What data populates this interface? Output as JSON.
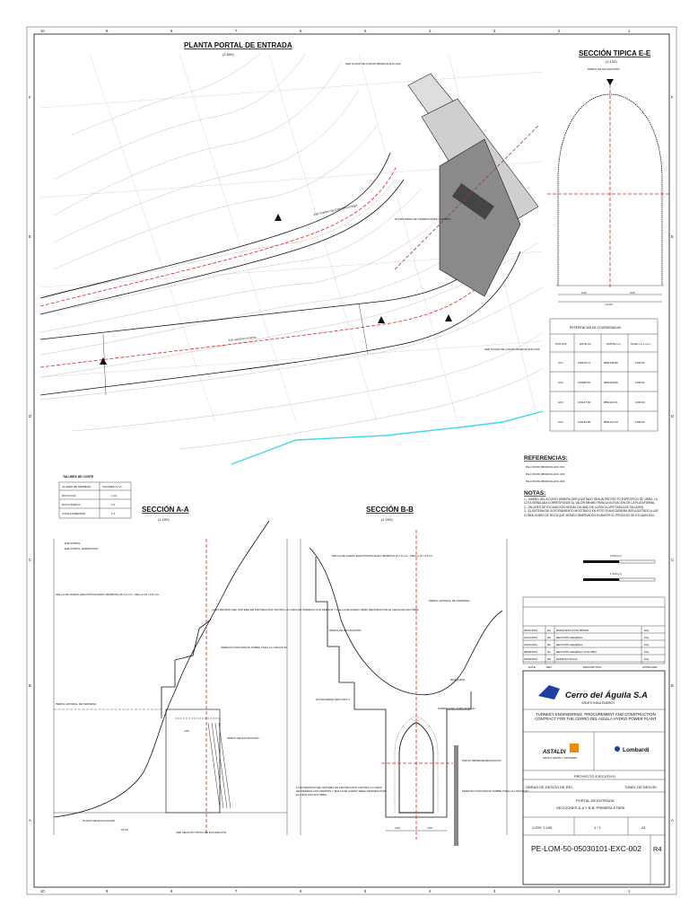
{
  "plan": {
    "title": "PLANTA PORTAL DE ENTRADA",
    "scale": "(1:500)",
    "labels": [
      "EJE CAMINO DE EXPLORACIONES",
      "EJE ACCESO PORTAL",
      "PLATAFORMA DE OPERACIONES Y ACOPIO",
      "VER PLANO PE-LOM-50-05030101-EXC-002",
      "VER PLANO PE-LOM-50-05030101-EXC-003"
    ]
  },
  "section_ee": {
    "title": "SECCIÓN TIPICA E-E",
    "scale": "(1:100)",
    "top_label": "PERFIL DE EXCAVACIÓN",
    "dims": [
      "6,00",
      "6,00",
      "12,00"
    ]
  },
  "coordinates": {
    "title": "REFERENCIAS DE COORDENADAS",
    "headers": [
      "PUNTOS",
      "ESTE (m)",
      "NORTE (m)",
      "NIVEL (m.s.n.m.)"
    ],
    "rows": [
      [
        "AC1",
        "109078,74",
        "8891108,88",
        "1495,52"
      ],
      [
        "AC2",
        "109085,81",
        "8891069,80",
        "1495,52"
      ],
      [
        "AC3",
        "109127,66",
        "8891102,61",
        "1495,52"
      ],
      [
        "AC4",
        "109129,88",
        "8891127,84",
        "1495,52"
      ]
    ]
  },
  "references": {
    "title": "REFERENCIAS:",
    "items": [
      "PE-LOM-50-05030101-EXC-001",
      "PE-LOM-50-05030101-EXC-003",
      "PE-LOM-50-05030101-EXC-004"
    ]
  },
  "notes": {
    "title": "NOTAS:",
    "items": [
      "1.- DISEÑO DEL ACCESO DEBERÁ SER AJUSTADO SEGÚN PROYECTO ESPECÍFICO DE OBRA. LA COTA SEÑALADA CORRESPONDE AL VALOR MÍNIMO PARA LA ELEVACIÓN DE LA PLATAFORMA.",
      "2.- TALUDES DE EXCAVACIÓN SEGÚN CALIDAD DE LA ROCA (VER TABLA DE TALUDES).",
      "3.- EL SISTEMA DE SOSTENIMIENTO MOSTRADO EN ESTE PLANO DEBERÁ SER AJUSTADO A LAS CONDICIONES DE ROCA QUE SERÁN OBSERVADOS DURANTE EL PROCESO DE EXCAVACIÓN."
    ],
    "scale_a": "1:500 (m)",
    "scale_b": "1:100 (m)"
  },
  "taludes": {
    "title": "TALUDES DE CORTE",
    "headers": [
      "CLASES DE TERRENO",
      "TALUDES (H:V)"
    ],
    "rows": [
      [
        "ROCA FIJA",
        "1:10"
      ],
      [
        "ROCA SUELTA",
        "1:4"
      ],
      [
        "CONGLOMERADO",
        "1:2"
      ]
    ]
  },
  "section_aa": {
    "title": "SECCIÓN A-A",
    "scale": "(1:200)",
    "labels": [
      "MALLA DE ACERO ELECTROSOLDADA (BARRAS) (Ø 4,0 mm - MALLA 15 x 15) mm",
      "LA EXTENSIÓN DEL SISTEMA DE PROTECCIÓN CONTRA LA CAÍDA DE PIEDRAS CON PERNOS Y MALLA DE ACERO SERÁ DEFINIDA POR EL GEÓLOGO EN OBRA",
      "PERNOS INYECTADOS SOBRE TODA LA LONGITUD",
      "PERFIL NATURAL DE TERRENO",
      "PERFIL DE EXCAVACIÓN",
      "VER SECCIÓN TIPICA DE EXCAVACIÓN",
      "PLANTA DE EXCAVACIÓN",
      "EJE PORTAL",
      "EJE PORTAL HORIZONTAL"
    ],
    "dims": [
      "4,00",
      "16,00"
    ]
  },
  "section_bb": {
    "title": "SECCIÓN B-B",
    "scale": "(1:200)",
    "labels": [
      "MALLA DE ACERO ELECTROSOLDADA (BARRAS) Ø 4,0 mm - MALLA 15 x 15 cm",
      "PERFIL NATURAL DE TERRENO",
      "PERFIL DE EXCAVACIÓN",
      "PLATAFORMA VER NOTA 1",
      "BANQUETA",
      "FOREPOLING TUBO Ø 50 mm",
      "MANTA IMPERMEABILIZACIÓN",
      "LA EXTENSIÓN DEL SISTEMA DE PROTECCIÓN CONTRA LA CAÍDA DE PIEDRAS CON PERNOS Y MALLA DE ACERO SERÁ DEFINIDA POR EL GEÓLOGO EN OBRA",
      "PERNOS INYECTADOS SOBRE TODA LA LONGITUD"
    ],
    "dims": [
      "4,00",
      "4,00"
    ]
  },
  "revisions": {
    "rows": [
      [
        "26/01/2013",
        "R4",
        "BANQUETA COTA MÍNIMA",
        "Sdy"
      ],
      [
        "12/12/2012",
        "R3",
        "REVISIÓN GENERAL",
        "Sdy"
      ],
      [
        "11/10/2012",
        "R2",
        "REVISIÓN GENERAL",
        "Sdy"
      ],
      [
        "08/08/2012",
        "R1",
        "REVISIÓN GENERAL CON OBM",
        "Sdy"
      ],
      [
        "02/08/2012",
        "R0",
        "EMISIÓN INICIAL",
        "Sdy"
      ]
    ],
    "headers": [
      "DATE",
      "REV",
      "DESCRIPTION",
      "APPROVED"
    ]
  },
  "title_block": {
    "client": "Cerro del Águila S.A",
    "client_sub": "GRUPO INKIA ENERGY",
    "contract": "TURNKEY ENGINEERING, PROCUREMENT AND CONSTRUCTION CONTRACT FOR THE CERRO DEL AGUILA HYDRO POWER PLANT",
    "contractor": "ASTALDI",
    "contractor_sub": "GRUPO GRAÑA Y MONTERO",
    "designer": "Lombardi",
    "project": "PROYECTO EJECUTIVO",
    "area": "OBRAS DE DESVÍO DE RÍO",
    "structure": "TÚNEL DE DESVÍO",
    "drawing_title": "PORTAL DE ENTRADA",
    "drawing_sub": "SECCIONES A-A Y B-B, PRIMERA ETAPA",
    "scale": "1:200, 1:100",
    "sheet": "1 / 1",
    "size": "A1",
    "number": "PE-LOM-50-05030101-EXC-002",
    "rev": "R4"
  },
  "border": {
    "cols": [
      "10",
      "9",
      "8",
      "7",
      "6",
      "5",
      "4",
      "3",
      "2",
      "1"
    ],
    "rows": [
      "F",
      "E",
      "D",
      "C",
      "B",
      "A"
    ]
  }
}
